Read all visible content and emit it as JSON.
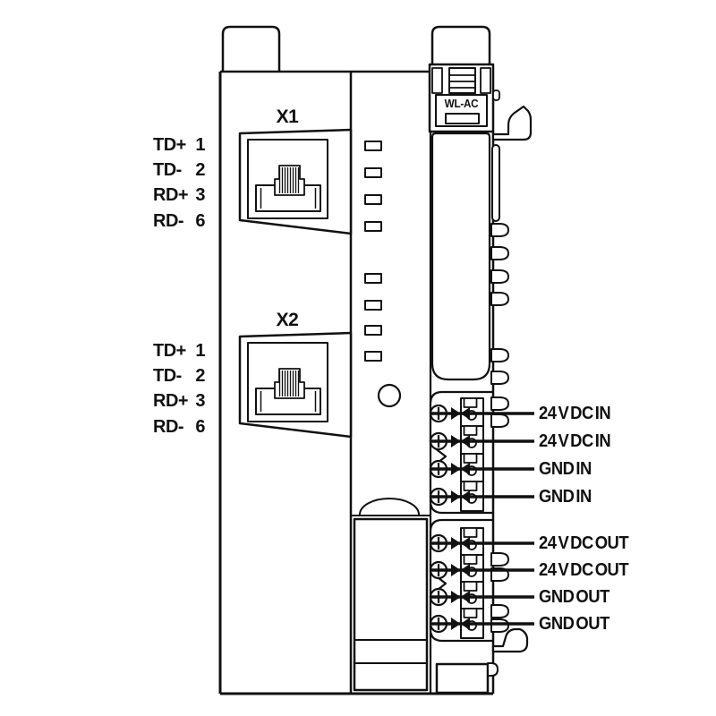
{
  "colors": {
    "ink": "#111111",
    "background": "#ffffff"
  },
  "module": {
    "marking": "WL-AC"
  },
  "ports": [
    {
      "id": "X1",
      "pins": [
        {
          "signal": "TD+",
          "pin": "1"
        },
        {
          "signal": "TD-",
          "pin": "2"
        },
        {
          "signal": "RD+",
          "pin": "3"
        },
        {
          "signal": "RD-",
          "pin": "6"
        }
      ]
    },
    {
      "id": "X2",
      "pins": [
        {
          "signal": "TD+",
          "pin": "1"
        },
        {
          "signal": "TD-",
          "pin": "2"
        },
        {
          "signal": "RD+",
          "pin": "3"
        },
        {
          "signal": "RD-",
          "pin": "6"
        }
      ]
    }
  ],
  "power_terminals": {
    "in": [
      "24 V DC IN",
      "24 V DC IN",
      "GND IN",
      "GND IN"
    ],
    "out": [
      "24 V DC OUT",
      "24 V DC OUT",
      "GND OUT",
      "GND OUT"
    ]
  }
}
